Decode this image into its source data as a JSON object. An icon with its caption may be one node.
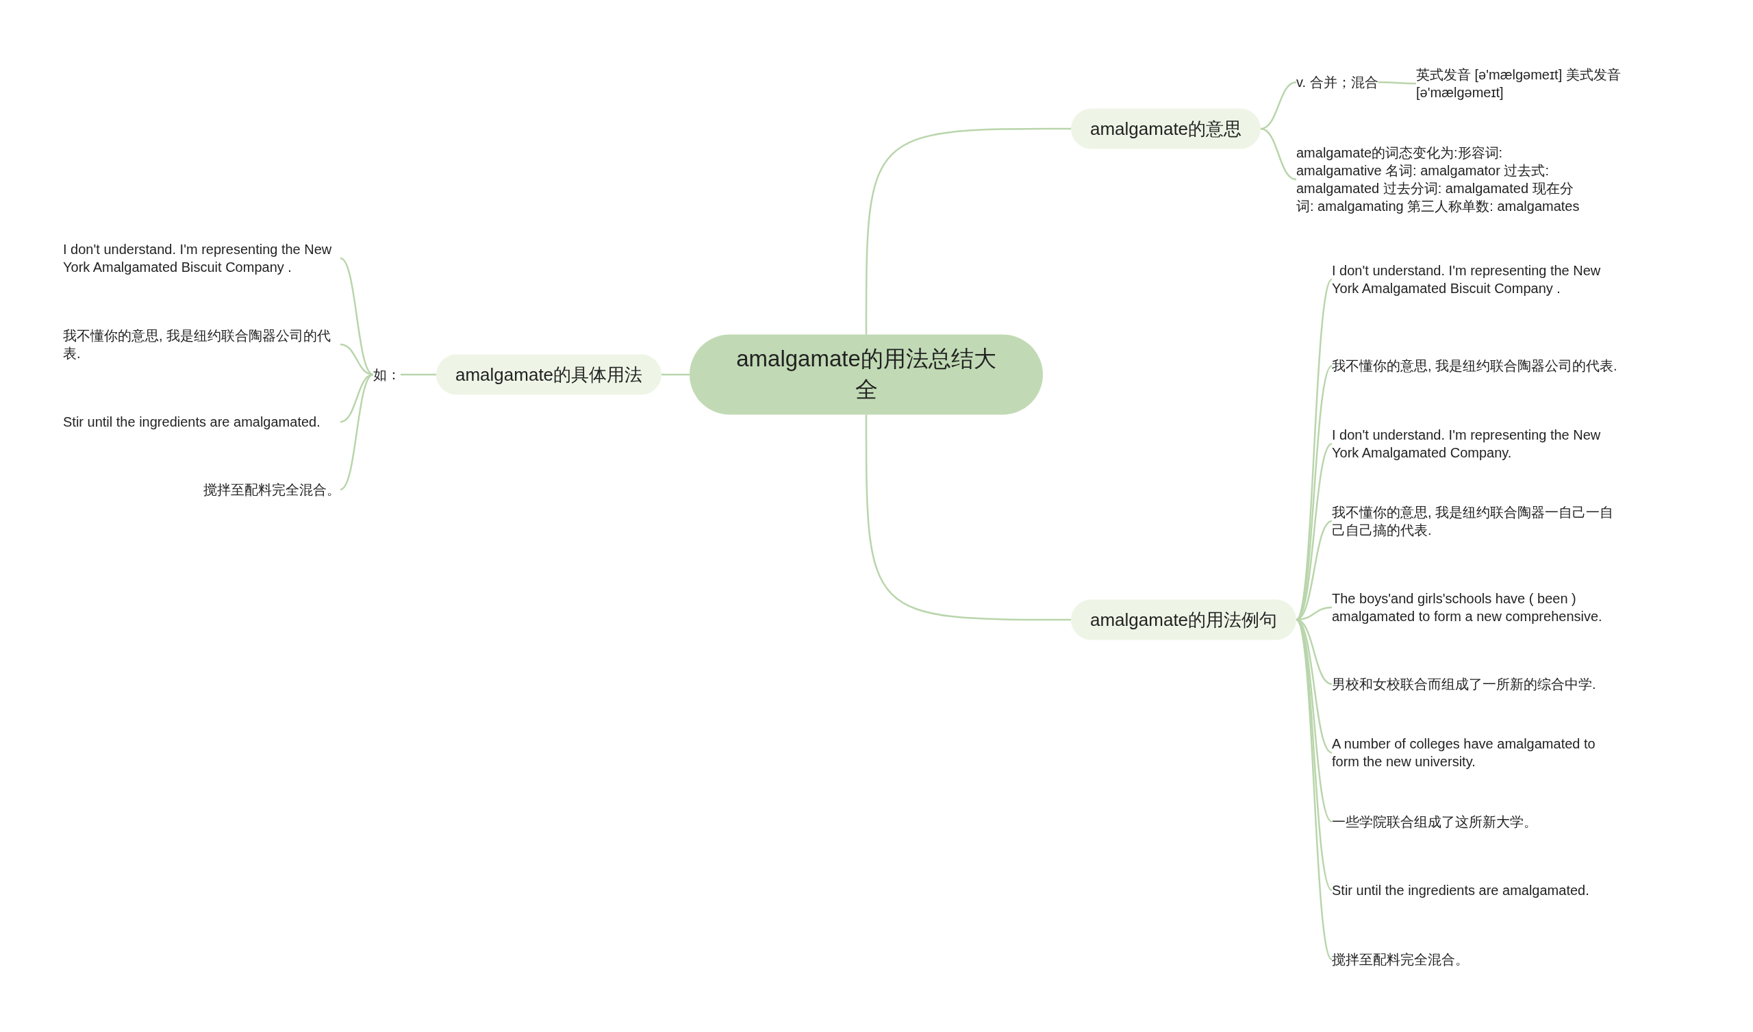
{
  "diagram": {
    "nodes": [
      {
        "text": [
          "amalgamate的用法总结大全"
        ]
      },
      {
        "text": [
          "amalgamate的意思"
        ]
      },
      {
        "text": [
          "v. 合并；混合"
        ]
      },
      {
        "text": [
          "英式发音 [ə'mælgəmeɪt] 美式发音 [ə'mælgəmeɪt]"
        ]
      },
      {
        "text": [
          "amalgamate的词态变化为:形容词: amalgamative 名词: amalgamator 过去式: amalgamated 过去分词: amalgamated 现在分词: amalgamating 第三人称单数: amalgamates"
        ]
      },
      {
        "text": [
          "amalgamate的用法例句"
        ]
      },
      {
        "text": [
          "I don't understand. I'm representing the New York Amalgamated Biscuit Company ."
        ]
      },
      {
        "text": [
          "我不懂你的意思, 我是纽约联合陶器公司的代表."
        ]
      },
      {
        "text": [
          "I don't understand. I'm representing the New York Amalgamated Company."
        ]
      },
      {
        "text": [
          "我不懂你的意思, 我是纽约联合陶器一自己一自己自己搞的代表."
        ]
      },
      {
        "text": [
          "The boys'and girls'schools have ( been ) amalgamated to form a new comprehensive."
        ]
      },
      {
        "text": [
          "男校和女校联合而组成了一所新的综合中学."
        ]
      },
      {
        "text": [
          "A number of colleges have amalgamated to form the new university."
        ]
      },
      {
        "text": [
          "一些学院联合组成了这所新大学。"
        ]
      },
      {
        "text": [
          "Stir until the ingredients are amalgamated."
        ]
      },
      {
        "text": [
          "搅拌至配料完全混合。"
        ]
      },
      {
        "text": [
          "amalgamate的具体用法"
        ]
      },
      {
        "text": [
          "如："
        ]
      },
      {
        "text": [
          "I don't understand. I'm representing the New York Amalgamated Biscuit Company ."
        ]
      },
      {
        "text": [
          "我不懂你的意思, 我是纽约联合陶器公司的代表."
        ]
      },
      {
        "text": [
          "Stir until the ingredients are amalgamated."
        ]
      },
      {
        "text": [
          "搅拌至配料完全混合。"
        ]
      }
    ],
    "edges": [
      {
        "from": 0,
        "to": 1,
        "arrow": "none"
      },
      {
        "from": 1,
        "to": 2,
        "arrow": "none"
      },
      {
        "from": 2,
        "to": 3,
        "arrow": "none"
      },
      {
        "from": 1,
        "to": 4,
        "arrow": "none"
      },
      {
        "from": 0,
        "to": 5,
        "arrow": "none"
      },
      {
        "from": 5,
        "to": 6,
        "arrow": "none"
      },
      {
        "from": 5,
        "to": 7,
        "arrow": "none"
      },
      {
        "from": 5,
        "to": 8,
        "arrow": "none"
      },
      {
        "from": 5,
        "to": 9,
        "arrow": "none"
      },
      {
        "from": 5,
        "to": 10,
        "arrow": "none"
      },
      {
        "from": 5,
        "to": 11,
        "arrow": "none"
      },
      {
        "from": 5,
        "to": 12,
        "arrow": "none"
      },
      {
        "from": 5,
        "to": 13,
        "arrow": "none"
      },
      {
        "from": 5,
        "to": 14,
        "arrow": "none"
      },
      {
        "from": 5,
        "to": 15,
        "arrow": "none"
      },
      {
        "from": 0,
        "to": 16,
        "arrow": "none"
      },
      {
        "from": 16,
        "to": 17,
        "arrow": "none"
      },
      {
        "from": 17,
        "to": 18,
        "arrow": "none"
      },
      {
        "from": 17,
        "to": 19,
        "arrow": "none"
      },
      {
        "from": 17,
        "to": 20,
        "arrow": "none"
      },
      {
        "from": 17,
        "to": 21,
        "arrow": "none"
      }
    ]
  }
}
